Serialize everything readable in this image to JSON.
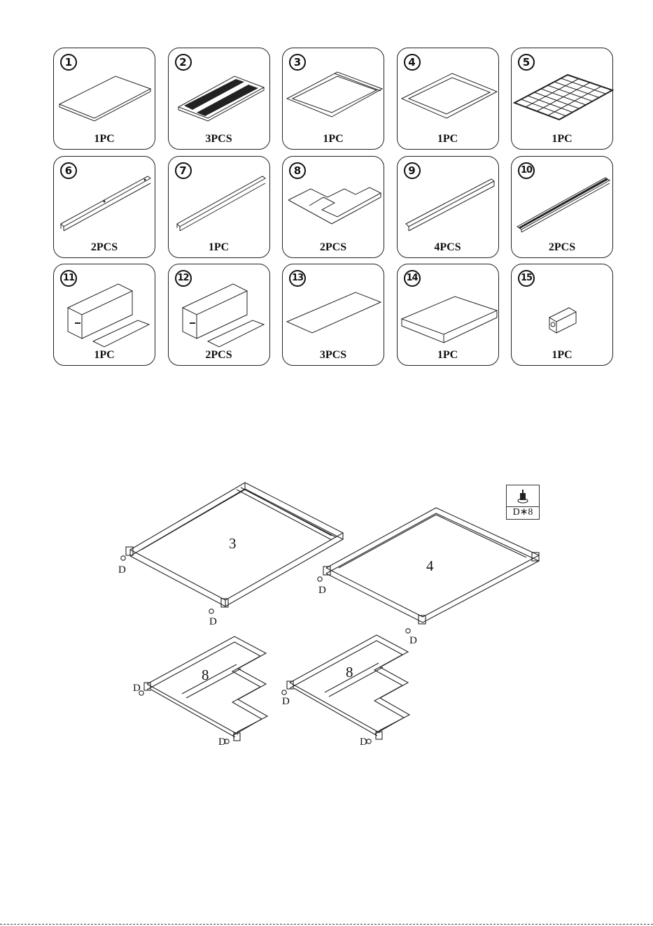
{
  "parts": [
    {
      "number": "1",
      "qty": "1PC",
      "icon": "flat-board-icon"
    },
    {
      "number": "2",
      "qty": "3PCS",
      "icon": "slotted-board-icon"
    },
    {
      "number": "3",
      "qty": "1PC",
      "icon": "frame-double-rail-icon"
    },
    {
      "number": "4",
      "qty": "1PC",
      "icon": "frame-icon"
    },
    {
      "number": "5",
      "qty": "1PC",
      "icon": "slat-grid-frame-icon"
    },
    {
      "number": "6",
      "qty": "2PCS",
      "icon": "long-bar-with-holes-icon"
    },
    {
      "number": "7",
      "qty": "1PC",
      "icon": "long-bar-icon"
    },
    {
      "number": "8",
      "qty": "2PCS",
      "icon": "stepped-frame-icon"
    },
    {
      "number": "9",
      "qty": "4PCS",
      "icon": "square-tube-icon"
    },
    {
      "number": "10",
      "qty": "2PCS",
      "icon": "channel-bar-icon"
    },
    {
      "number": "11",
      "qty": "1PC",
      "icon": "fabric-box-icon"
    },
    {
      "number": "12",
      "qty": "2PCS",
      "icon": "fabric-box-icon"
    },
    {
      "number": "13",
      "qty": "3PCS",
      "icon": "thin-panel-icon"
    },
    {
      "number": "14",
      "qty": "1PC",
      "icon": "mattress-block-icon"
    },
    {
      "number": "15",
      "qty": "1PC",
      "icon": "connector-tube-icon"
    }
  ],
  "assembly": {
    "frame3_label": "3",
    "frame4_label": "4",
    "frame8a_label": "8",
    "frame8b_label": "8",
    "foot_label": "D",
    "hardware_label": "D∗8",
    "hardware_icon": "leveling-foot-icon"
  }
}
